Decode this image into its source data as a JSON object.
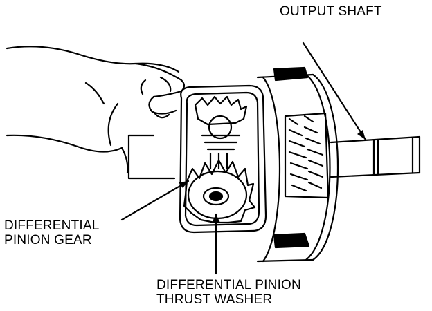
{
  "labels": {
    "output_shaft": "OUTPUT SHAFT",
    "pinion_gear_line1": "DIFFERENTIAL",
    "pinion_gear_line2": "PINION GEAR",
    "thrust_washer_line1": "DIFFERENTIAL PINION",
    "thrust_washer_line2": "THRUST WASHER"
  },
  "colors": {
    "ink": "#000000",
    "paper": "#ffffff"
  }
}
